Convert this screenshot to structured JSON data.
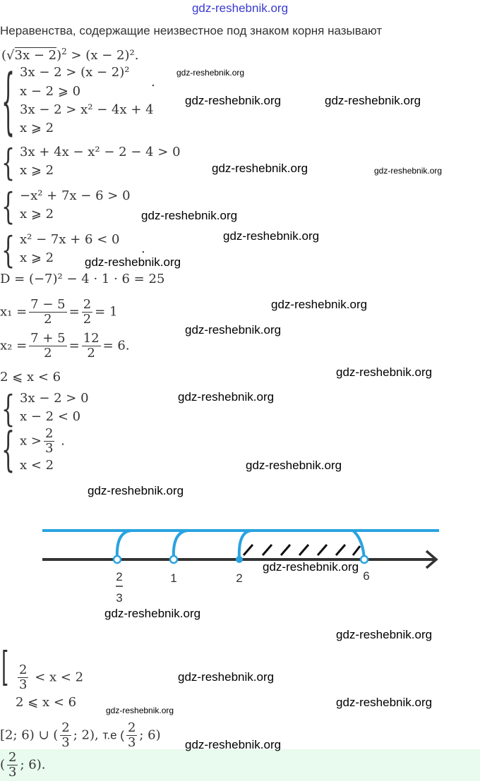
{
  "header": {
    "link": "gdz-reshebnik.org"
  },
  "intro": "Неравенства, содержащие неизвестное под знаком корня называют",
  "eq0": {
    "radicand": "3x − 2",
    "rest": "> (x − 2)².",
    "exp": "2"
  },
  "sys1": [
    "3x − 2 > (x − 2)²",
    "x − 2 ⩾ 0",
    "3x − 2 > x² − 4x + 4",
    "x ⩾ 2"
  ],
  "sys1_dot": ".",
  "sys2": [
    "3x + 4x − x² − 2 − 4 > 0",
    "x ⩾ 2"
  ],
  "sys3": [
    "−x² + 7x − 6 > 0",
    "x ⩾ 2"
  ],
  "sys4": [
    "x² − 7x + 6 < 0",
    "x ⩾ 2"
  ],
  "sys4_dot": ".",
  "disc": "D = (−7)² − 4 · 1 · 6 = 25",
  "x1": {
    "lhs": "x₁ =",
    "num": "7 − 5",
    "den": "2",
    "eq": "=",
    "num2": "2",
    "den2": "2",
    "rest": "= 1"
  },
  "x2": {
    "lhs": "x₂ =",
    "num": "7 + 5",
    "den": "2",
    "eq": "=",
    "num2": "12",
    "den2": "2",
    "rest": "= 6."
  },
  "range": "2 ⩽ x < 6",
  "sys5": [
    "3x − 2 > 0",
    "x − 2 < 0"
  ],
  "sys6": {
    "r1": "x >",
    "num": "2",
    "den": "3",
    "dot": ".",
    "r2": "x < 2"
  },
  "numberline": {
    "labels": [
      "2",
      "3",
      "1",
      "2",
      "6"
    ],
    "points": [
      0.6667,
      1,
      2,
      6
    ],
    "hatched": [
      2,
      6
    ],
    "line_color": "#29a3e0"
  },
  "set": {
    "num": "2",
    "den": "3",
    "r1": "< x < 2",
    "r2": "2 ⩽ x < 6"
  },
  "union": {
    "a": "[2; 6) ∪ (",
    "num": "2",
    "den": "3",
    "b": "; 2),",
    "te": "т.е (",
    "num2": "2",
    "den2": "3",
    "c": "; 6)"
  },
  "answer": {
    "a": "(",
    "num": "2",
    "den": "3",
    "b": "; 6)."
  },
  "watermarks": [
    "gdz-reshebnik.org",
    "gdz-reshebnik.org",
    "gdz-reshebnik.org",
    "gdz-reshebnik.org",
    "gdz-reshebnik.org",
    "gdz-reshebnik.org",
    "gdz-reshebnik.org",
    "gdz-reshebnik.org",
    "gdz-reshebnik.org",
    "gdz-reshebnik.org",
    "gdz-reshebnik.org",
    "gdz-reshebnik.org",
    "gdz-reshebnik.org",
    "gdz-reshebnik.org",
    "gdz-reshebnik.org",
    "gdz-reshebnik.org",
    "gdz-reshebnik.org",
    "gdz-reshebnik.org",
    "gdz-reshebnik.org",
    "gdz-reshebnik.org",
    "gdz-reshebnik.org"
  ]
}
